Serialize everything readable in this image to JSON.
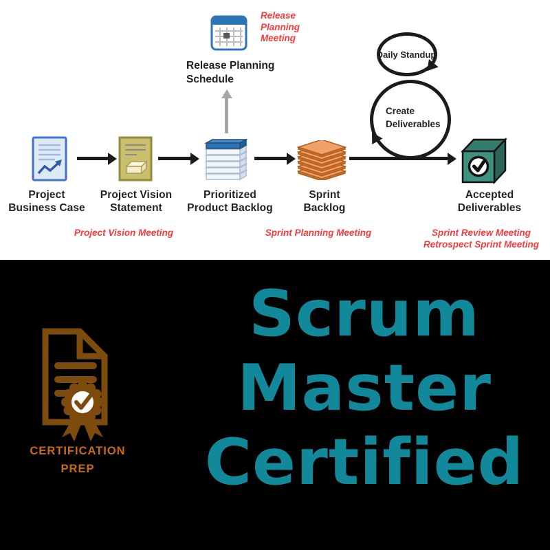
{
  "colors": {
    "title_teal": "#12899B",
    "meeting_red": "#F93B3B",
    "badge_brown": "#7D4B0B",
    "caption_orange": "#C96A15",
    "footer_black": "#000000",
    "flow_black": "#1B1B1B",
    "up_arrow_gray": "#A6A6A6",
    "calendar_blue": "#2E75B6",
    "business_case_blue": "#4472C4",
    "vision_khaki": "#C9BF6C",
    "backlog_top_blue": "#2E74B5",
    "sprint_orange": "#F0A169",
    "deliverables_teal": "#3F9181"
  },
  "diagram": {
    "release": {
      "meeting_lines": [
        "Release",
        "Planning",
        "Meeting"
      ],
      "schedule_lines": [
        "Release Planning",
        "Schedule"
      ]
    },
    "loops": {
      "daily_standup": "Daily Standup",
      "create_deliverables_lines": [
        "Create",
        "Deliverables"
      ]
    },
    "steps": [
      {
        "icon": "business-case-document-icon",
        "lines": [
          "Project",
          "Business Case"
        ]
      },
      {
        "icon": "vision-statement-document-icon",
        "lines": [
          "Project Vision",
          "Statement"
        ]
      },
      {
        "icon": "product-backlog-stack-icon",
        "lines": [
          "Prioritized",
          "Product Backlog"
        ]
      },
      {
        "icon": "sprint-backlog-stack-icon",
        "lines": [
          "Sprint",
          "Backlog"
        ]
      },
      {
        "icon": "deliverables-cube-icon",
        "lines": [
          "Accepted",
          "Deliverables"
        ]
      }
    ],
    "meetings": [
      {
        "lines": [
          "Project Vision Meeting",
          ""
        ]
      },
      {
        "lines": [
          "Sprint Planning Meeting",
          ""
        ]
      },
      {
        "lines": [
          "Sprint Review Meeting",
          "Retrospect Sprint Meeting"
        ]
      }
    ]
  },
  "footer": {
    "caption_lines": [
      "CERTIFICATION",
      "PREP"
    ],
    "title_lines": [
      "Scrum",
      "Master",
      "Certified"
    ]
  }
}
